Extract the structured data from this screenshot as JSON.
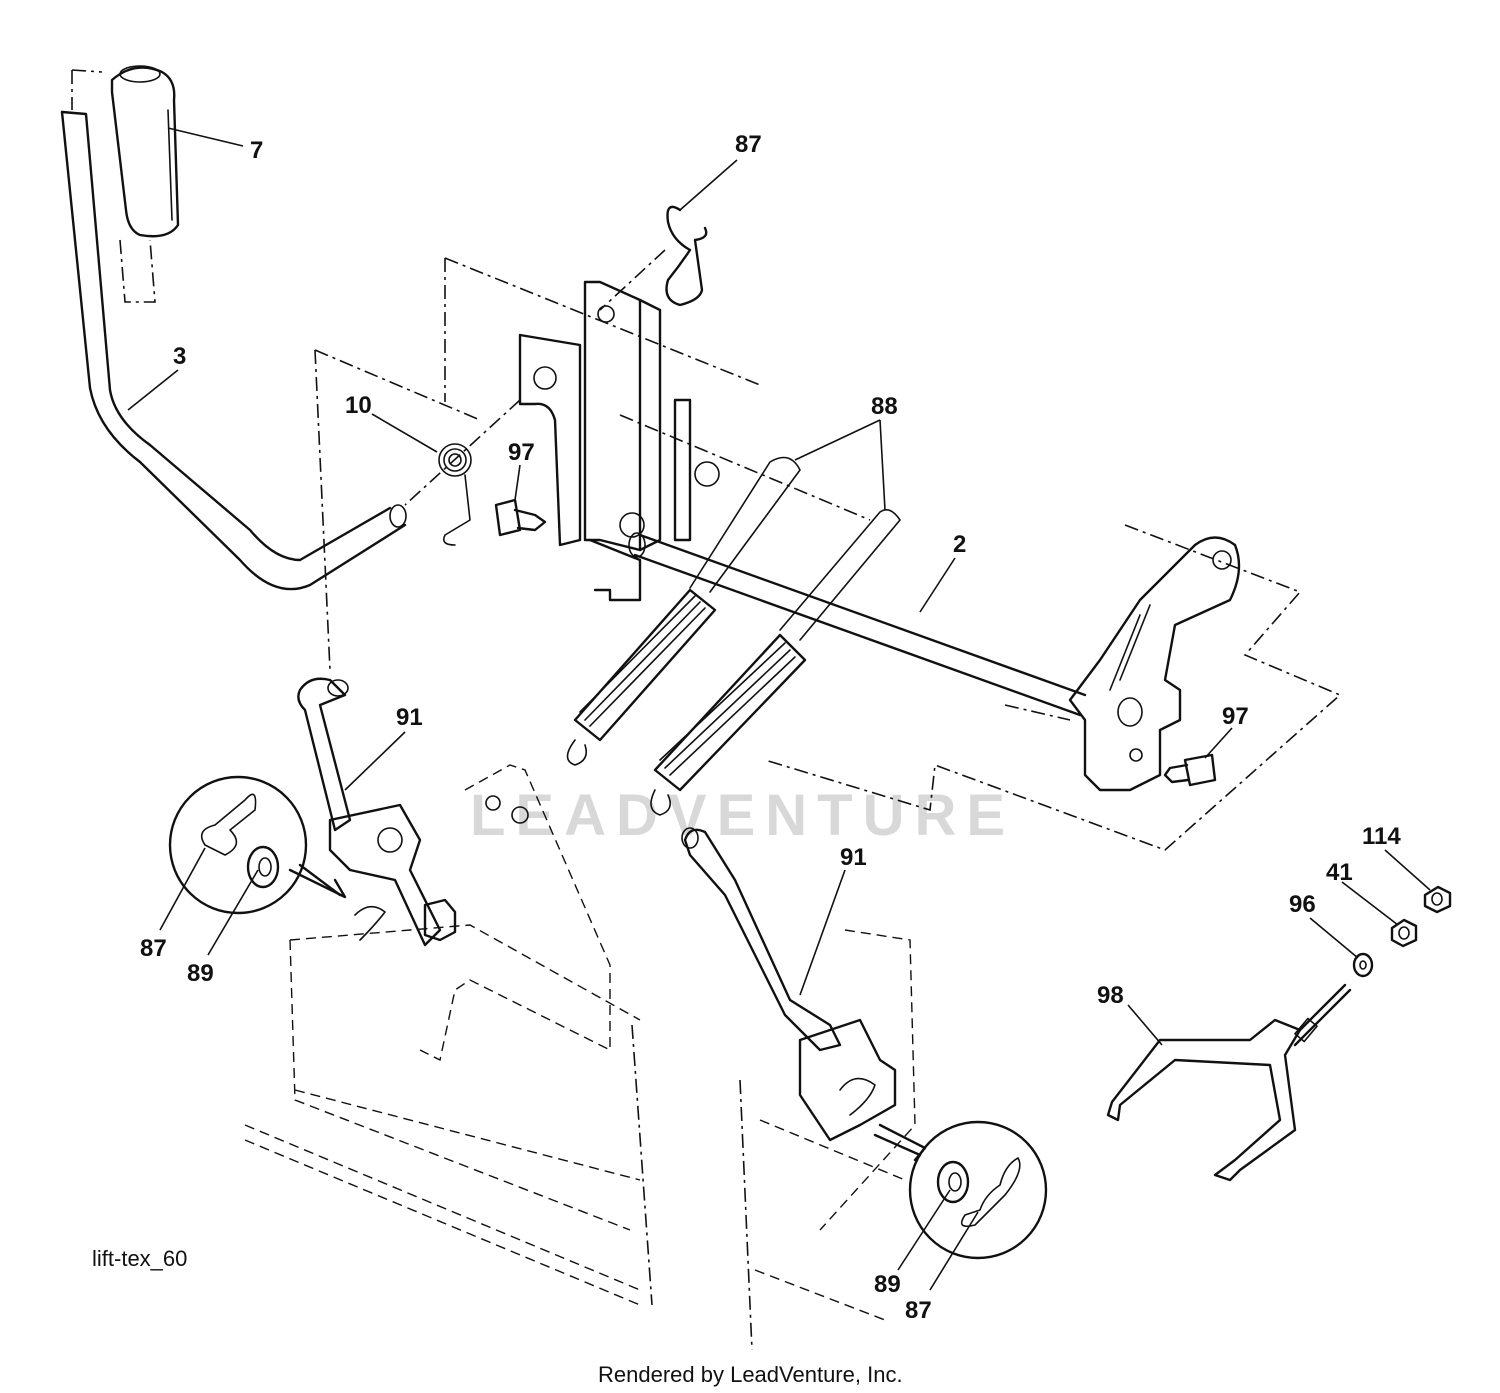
{
  "diagram_code": "lift-tex_60",
  "credit": "Rendered by LeadVenture, Inc.",
  "watermark": "LEADVENTURE",
  "callouts": {
    "c7": "7",
    "c3": "3",
    "c87_top": "87",
    "c10": "10",
    "c97_left": "97",
    "c88": "88",
    "c2": "2",
    "c91_left": "91",
    "c97_right": "97",
    "c87_left": "87",
    "c89_left": "89",
    "c91_right": "91",
    "c114": "114",
    "c41": "41",
    "c96": "96",
    "c98": "98",
    "c89_right": "89",
    "c87_right": "87"
  }
}
